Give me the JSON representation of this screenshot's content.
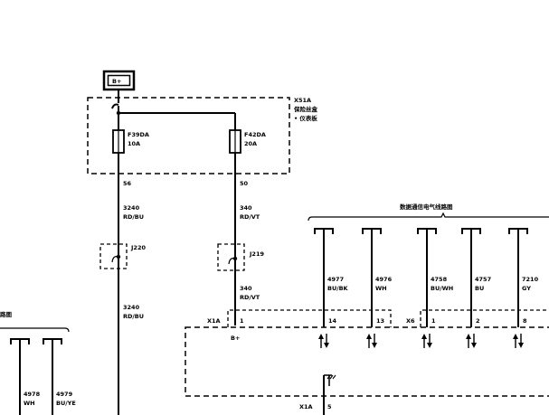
{
  "power_source": {
    "label": "B+"
  },
  "fuse_block": {
    "ref": "X51A",
    "name_line1": "保险丝盒",
    "name_line2": "• 仪表板",
    "fuse_left": {
      "name": "F39DA",
      "rating": "10A"
    },
    "fuse_right": {
      "name": "F42DA",
      "rating": "20A"
    },
    "pin_left": "56",
    "pin_right": "50"
  },
  "wires": {
    "left_top": {
      "circuit": "3240",
      "color": "RD/BU"
    },
    "right_top": {
      "circuit": "340",
      "color": "RD/VT"
    },
    "left_bottom": {
      "circuit": "3240",
      "color": "RD/BU"
    },
    "right_bottom": {
      "circuit": "340",
      "color": "RD/VT"
    }
  },
  "splices": {
    "left": "J220",
    "right": "J219"
  },
  "data_comm": {
    "title": "数据通信电气线路图",
    "wires": [
      {
        "circuit": "4977",
        "color": "BU/BK",
        "pin": "14"
      },
      {
        "circuit": "4976",
        "color": "WH",
        "pin": "13"
      },
      {
        "circuit": "4758",
        "color": "BU/WH",
        "pin": "1"
      },
      {
        "circuit": "4757",
        "color": "BU",
        "pin": "2"
      },
      {
        "circuit": "7210",
        "color": "GY",
        "pin": "8"
      }
    ]
  },
  "left_diagram": {
    "title_fragment": "路图",
    "wires": [
      {
        "circuit": "4978",
        "color": "WH"
      },
      {
        "circuit": "4979",
        "color": "BU/YE"
      }
    ]
  },
  "module": {
    "connector_a": "X1A",
    "pin_a": "1",
    "pin_a_label": "B+",
    "connector_b": "X6",
    "ground_connector": "X1A",
    "ground_pin": "5"
  }
}
